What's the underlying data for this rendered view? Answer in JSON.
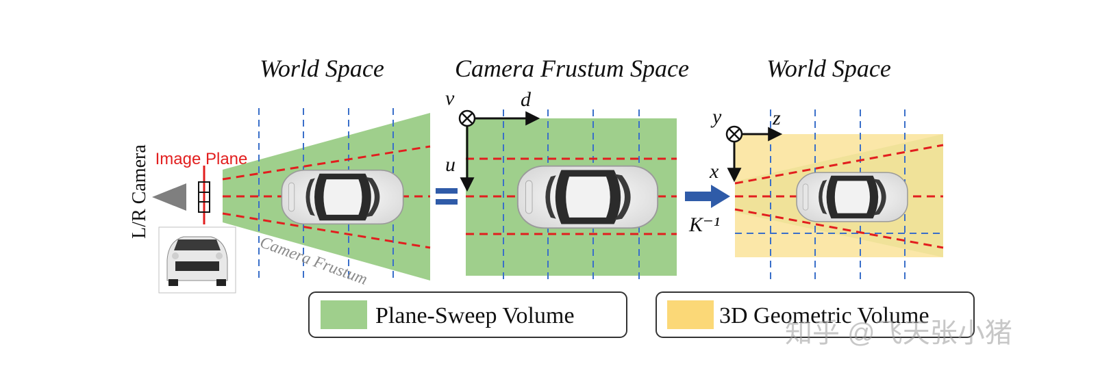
{
  "titles": {
    "left": "World Space",
    "middle": "Camera Frustum Space",
    "right": "World Space"
  },
  "labels": {
    "camera": "L/R Camera",
    "image_plane": "Image Plane",
    "camera_frustum": "Camera Frustum",
    "equals": "=",
    "inverse_intrinsics": "K⁻¹"
  },
  "axes": {
    "frustum": {
      "depth": "d",
      "horizontal": "u",
      "vertical": "v"
    },
    "world": {
      "depth": "z",
      "horizontal": "x",
      "vertical": "y"
    }
  },
  "legend": [
    {
      "label": "Plane-Sweep Volume",
      "color": "#9fcf8c"
    },
    {
      "label": "3D Geometric Volume",
      "color": "#fbd877"
    }
  ],
  "watermark": "知乎 @飞天张小猪",
  "colors": {
    "grid_line": "#3a6fc9",
    "ray_line": "#e21e1e",
    "arrow": "#2f5ba8",
    "green_volume": "#9fcf8c",
    "yellow_volume": "#fbe7a8"
  },
  "icons": [
    "camera-triangle-icon",
    "car-icon",
    "axis-cross-icon",
    "arrow-right-icon"
  ]
}
